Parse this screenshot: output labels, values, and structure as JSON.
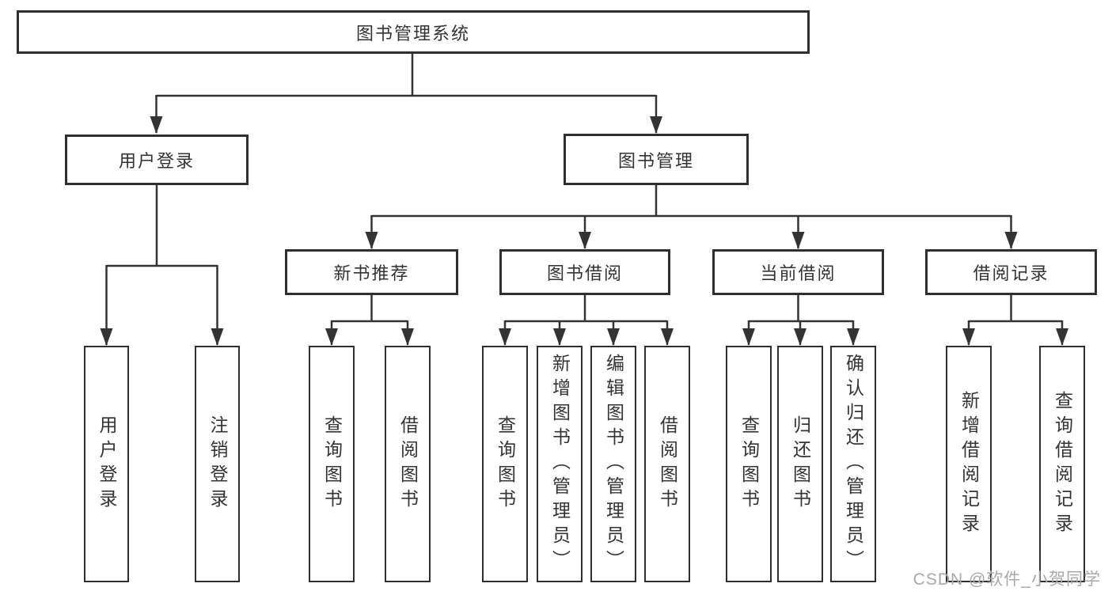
{
  "tree": {
    "root": "图书管理系统",
    "branches": [
      {
        "label": "用户登录",
        "children": [
          "用户登录",
          "注销登录"
        ]
      },
      {
        "label": "图书管理",
        "groups": [
          {
            "label": "新书推荐",
            "children": [
              "查询图书",
              "借阅图书"
            ]
          },
          {
            "label": "图书借阅",
            "children": [
              "查询图书",
              "新增图书（管理员）",
              "编辑图书（管理员）",
              "借阅图书"
            ]
          },
          {
            "label": "当前借阅",
            "children": [
              "查询图书",
              "归还图书",
              "确认归还（管理员）"
            ]
          },
          {
            "label": "借阅记录",
            "children": [
              "新增借阅记录",
              "查询借阅记录"
            ]
          }
        ]
      }
    ]
  },
  "watermark": "CSDN @软件_小贺同学",
  "colors": {
    "line": "#333333",
    "border": "#2f2f2f",
    "text": "#333333",
    "watermark_gray": "#a8a8a8",
    "background": "#ffffff"
  }
}
